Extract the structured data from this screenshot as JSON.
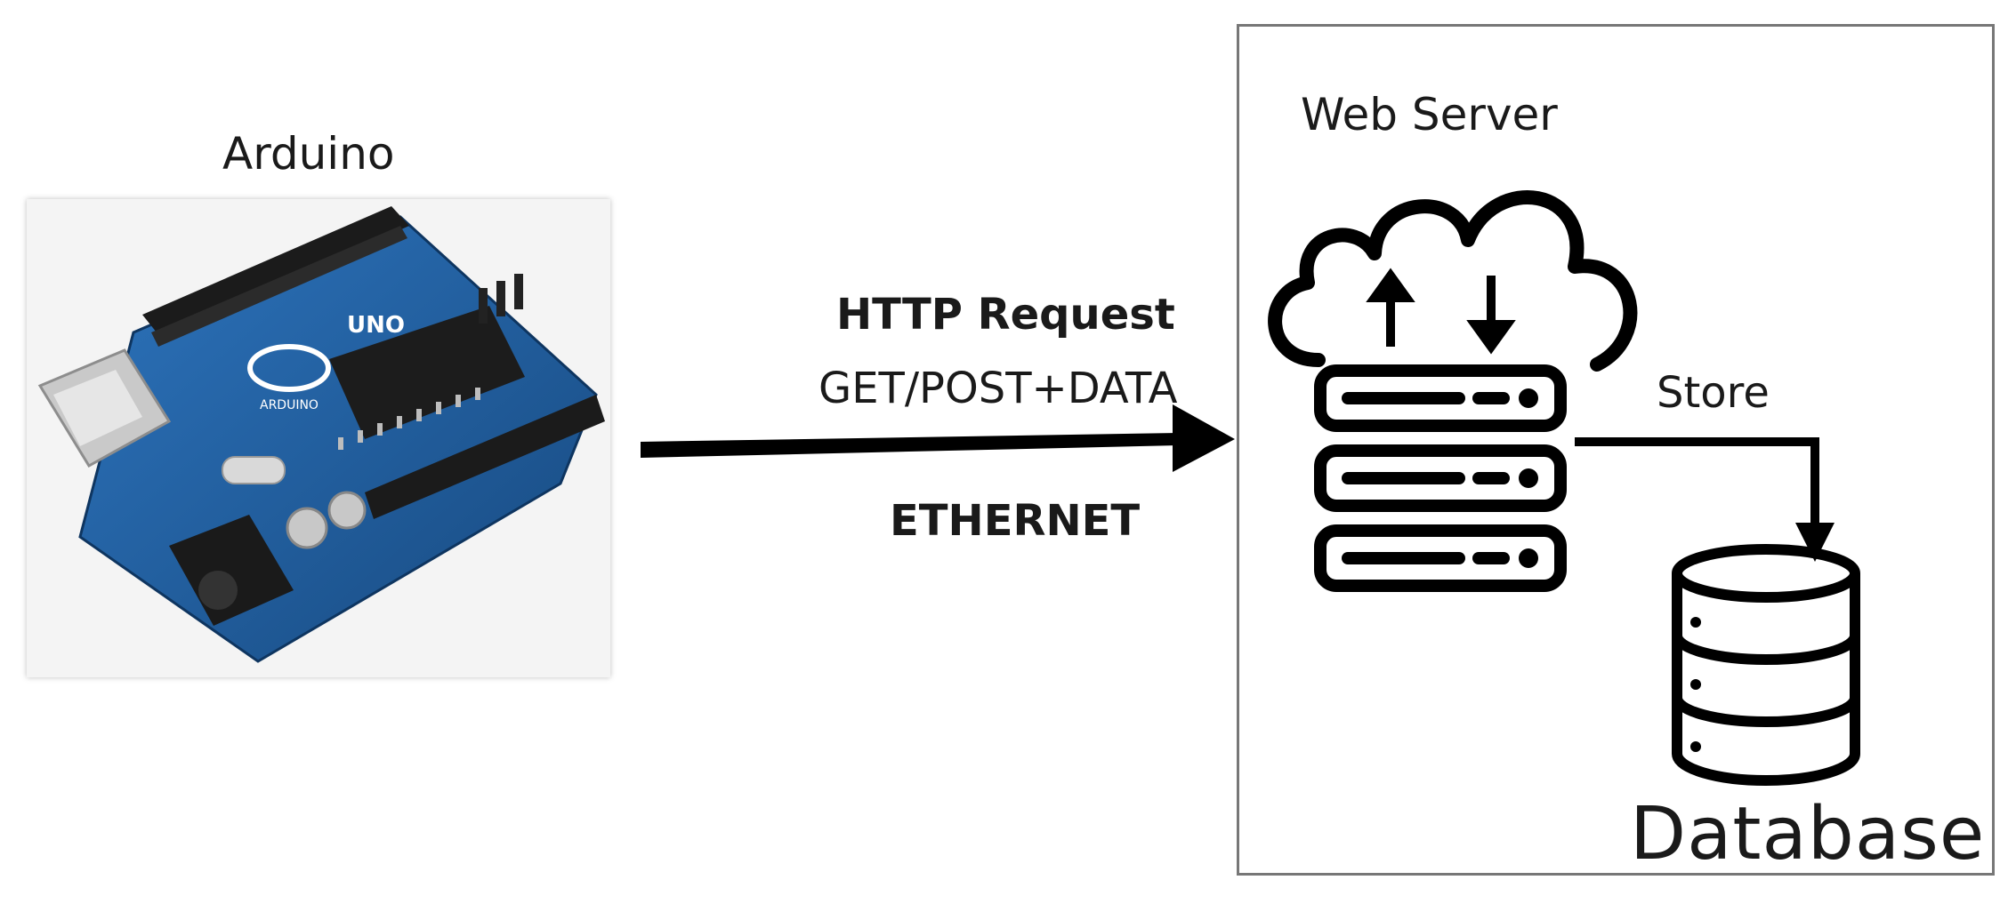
{
  "arduino": {
    "label": "Arduino",
    "board_logo_text": "UNO",
    "board_brand_text": "ARDUINO"
  },
  "connection": {
    "title": "HTTP Request",
    "subtitle": "GET/POST+DATA",
    "medium": "ETHERNET"
  },
  "server": {
    "label": "Web Server",
    "store_label": "Store"
  },
  "database": {
    "label": "Database"
  },
  "colors": {
    "board": "#1f5d9e",
    "line": "#000000",
    "box_border": "#777777"
  }
}
